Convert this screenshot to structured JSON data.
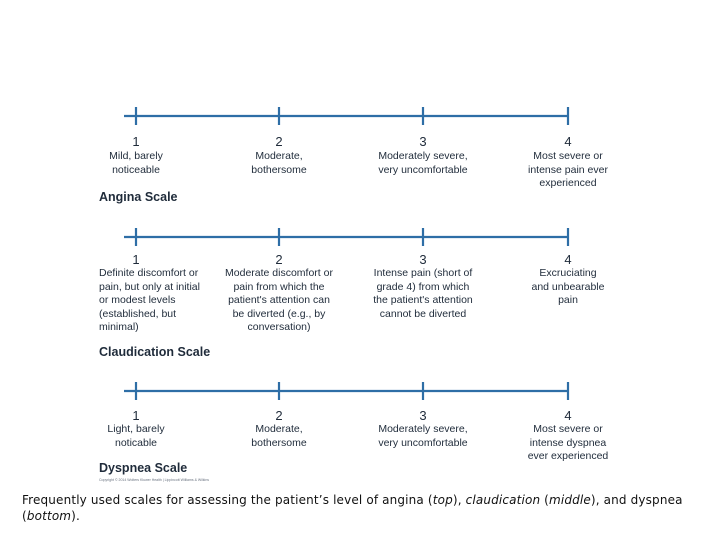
{
  "colors": {
    "line": "#2e6ea6",
    "text": "#1f2b3a"
  },
  "scales": [
    {
      "id": "angina",
      "title": "Angina Scale",
      "levels": [
        {
          "num": "1",
          "desc": "Mild, barely\nnoticeable"
        },
        {
          "num": "2",
          "desc": "Moderate,\nbothersome"
        },
        {
          "num": "3",
          "desc": "Moderately severe,\nvery uncomfortable"
        },
        {
          "num": "4",
          "desc": "Most severe or\nintense pain ever\nexperienced"
        }
      ]
    },
    {
      "id": "claudication",
      "title": "Claudication Scale",
      "levels": [
        {
          "num": "1",
          "desc": "Definite discomfort or\npain, but only at initial\nor modest levels\n(established, but\nminimal)"
        },
        {
          "num": "2",
          "desc": "Moderate discomfort or\npain from which the\npatient's attention can\nbe diverted (e.g., by\nconversation)"
        },
        {
          "num": "3",
          "desc": "Intense pain (short of\ngrade 4) from which\nthe patient's attention\ncannot be diverted"
        },
        {
          "num": "4",
          "desc": "Excruciating\nand unbearable\npain"
        }
      ]
    },
    {
      "id": "dyspnea",
      "title": "Dyspnea Scale",
      "levels": [
        {
          "num": "1",
          "desc": "Light, barely\nnoticable"
        },
        {
          "num": "2",
          "desc": "Moderate,\nbothersome"
        },
        {
          "num": "3",
          "desc": "Moderately severe,\nvery uncomfortable"
        },
        {
          "num": "4",
          "desc": "Most severe or\nintense dyspnea\never experienced"
        }
      ]
    }
  ],
  "copyright": "Copyright © 2014 Wolters Kluwer Health | Lippincott Williams & Wilkins",
  "caption": {
    "p1": "Frequently used scales for assessing the patient’s level of angina (",
    "top": "top",
    "p2": "), ",
    "middle_label": "claudication",
    "p3": " (",
    "middle": "middle",
    "p4": "), and dyspnea (",
    "bottom": "bottom",
    "p5": ")."
  }
}
